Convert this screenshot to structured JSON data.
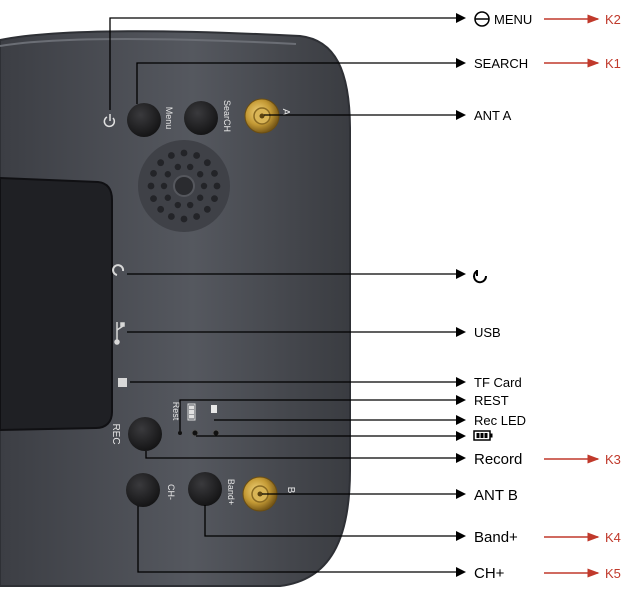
{
  "device": {
    "button_labels": {
      "menu": "Menu",
      "search": "SearCH",
      "rec": "REC",
      "rest": "Rest",
      "ch": "CH-",
      "band": "Band+"
    },
    "antenna_marks": {
      "a": "A",
      "b": "B"
    }
  },
  "callouts": [
    {
      "id": "menu",
      "label": "MENU",
      "icon": "power-icon",
      "key": "K2"
    },
    {
      "id": "search",
      "label": "SEARCH",
      "key": "K1"
    },
    {
      "id": "ant-a",
      "label": "ANT A"
    },
    {
      "id": "headphone",
      "label": "",
      "icon": "headphone-icon"
    },
    {
      "id": "usb",
      "label": "USB"
    },
    {
      "id": "tf-card",
      "label": "TF Card"
    },
    {
      "id": "rest",
      "label": "REST"
    },
    {
      "id": "rec-led",
      "label": "Rec LED"
    },
    {
      "id": "battery",
      "label": "",
      "icon": "battery-icon"
    },
    {
      "id": "record",
      "label": "Record",
      "key": "K3"
    },
    {
      "id": "ant-b",
      "label": "ANT B"
    },
    {
      "id": "band-plus",
      "label": "Band+",
      "key": "K4"
    },
    {
      "id": "ch-plus",
      "label": "CH+",
      "key": "K5"
    }
  ],
  "colors": {
    "body": "#4a4c52",
    "body_edge": "#2e3035",
    "screen": "#1f2024",
    "button": "#1d1d1f",
    "connector": "#b8902e",
    "key_arrow": "#c0392b",
    "leader_line": "#000000"
  }
}
